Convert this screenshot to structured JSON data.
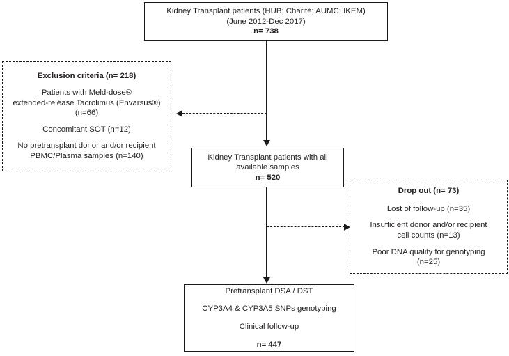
{
  "diagram": {
    "title": "Kidney transplant patient flow diagram",
    "colors": {
      "stroke": "#1a1a1a",
      "text": "#231f20",
      "background": "#ffffff"
    },
    "nodes": {
      "enrolled": {
        "name": "enrolled-cohort",
        "style": "solid",
        "lines": [
          "Kidney Transplant patients (HUB; Charité; AUMC; IKEM)",
          "(June 2012-Dec 2017)"
        ],
        "count_label": "n= 738"
      },
      "exclusion": {
        "name": "exclusion-criteria",
        "style": "dashed",
        "heading": "Exclusion criteria (n= 218)",
        "items": [
          "Patients with Meld-dose®",
          "extended-reléase Tacrolimus (Envarsus®)",
          "(n=66)",
          "Concomitant SOT (n=12)",
          "No pretransplant donor and/or recipient",
          "PBMC/Plasma samples (n=140)"
        ]
      },
      "all_samples": {
        "name": "patients-with-all-samples",
        "style": "solid",
        "lines": [
          "Kidney Transplant patients with all",
          "available samples"
        ],
        "count_label": "n= 520"
      },
      "dropout": {
        "name": "drop-out",
        "style": "dashed",
        "heading": "Drop out (n= 73)",
        "items": [
          "Lost of follow-up (n=35)",
          "Insufficient donor and/or recipient",
          "cell counts (n=13)",
          "Poor DNA quality for  genotyping",
          "(n=25)"
        ]
      },
      "final": {
        "name": "final-analysis-set",
        "style": "solid",
        "lines": [
          "Pretransplant DSA / DST",
          "CYP3A4 & CYP3A5 SNPs genotyping",
          "Clinical follow-up"
        ],
        "count_label": "n= 447"
      }
    },
    "connectors": [
      {
        "name": "enrolled-to-all-samples",
        "kind": "arrow-down-solid"
      },
      {
        "name": "all-samples-to-final",
        "kind": "arrow-down-solid"
      },
      {
        "name": "exclusion-branch",
        "kind": "arrow-left-dashed"
      },
      {
        "name": "dropout-branch",
        "kind": "arrow-right-dashed"
      }
    ]
  }
}
